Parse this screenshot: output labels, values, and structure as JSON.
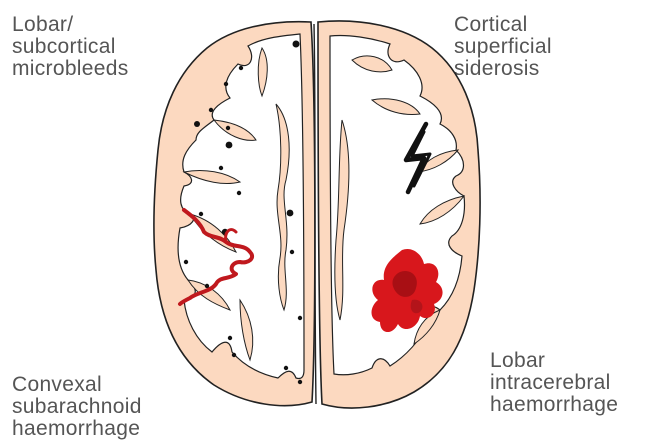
{
  "labels": {
    "lobar_microbleeds": [
      "Lobar/",
      "subcortical",
      "microbleeds"
    ],
    "cortical_siderosis": [
      "Cortical",
      "superficial",
      "siderosis"
    ],
    "convexal_sah": [
      "Convexal",
      "subarachnoid",
      "haemorrhage"
    ],
    "lobar_ich": [
      "Lobar",
      "intracerebral",
      "haemorrhage"
    ]
  },
  "colors": {
    "cortex": "#fcd9c0",
    "outline": "#222222",
    "white_matter": "#ffffff",
    "microbleed": "#111111",
    "siderosis": "#111111",
    "haemorrhage": "#c0191e",
    "text": "#555555"
  }
}
